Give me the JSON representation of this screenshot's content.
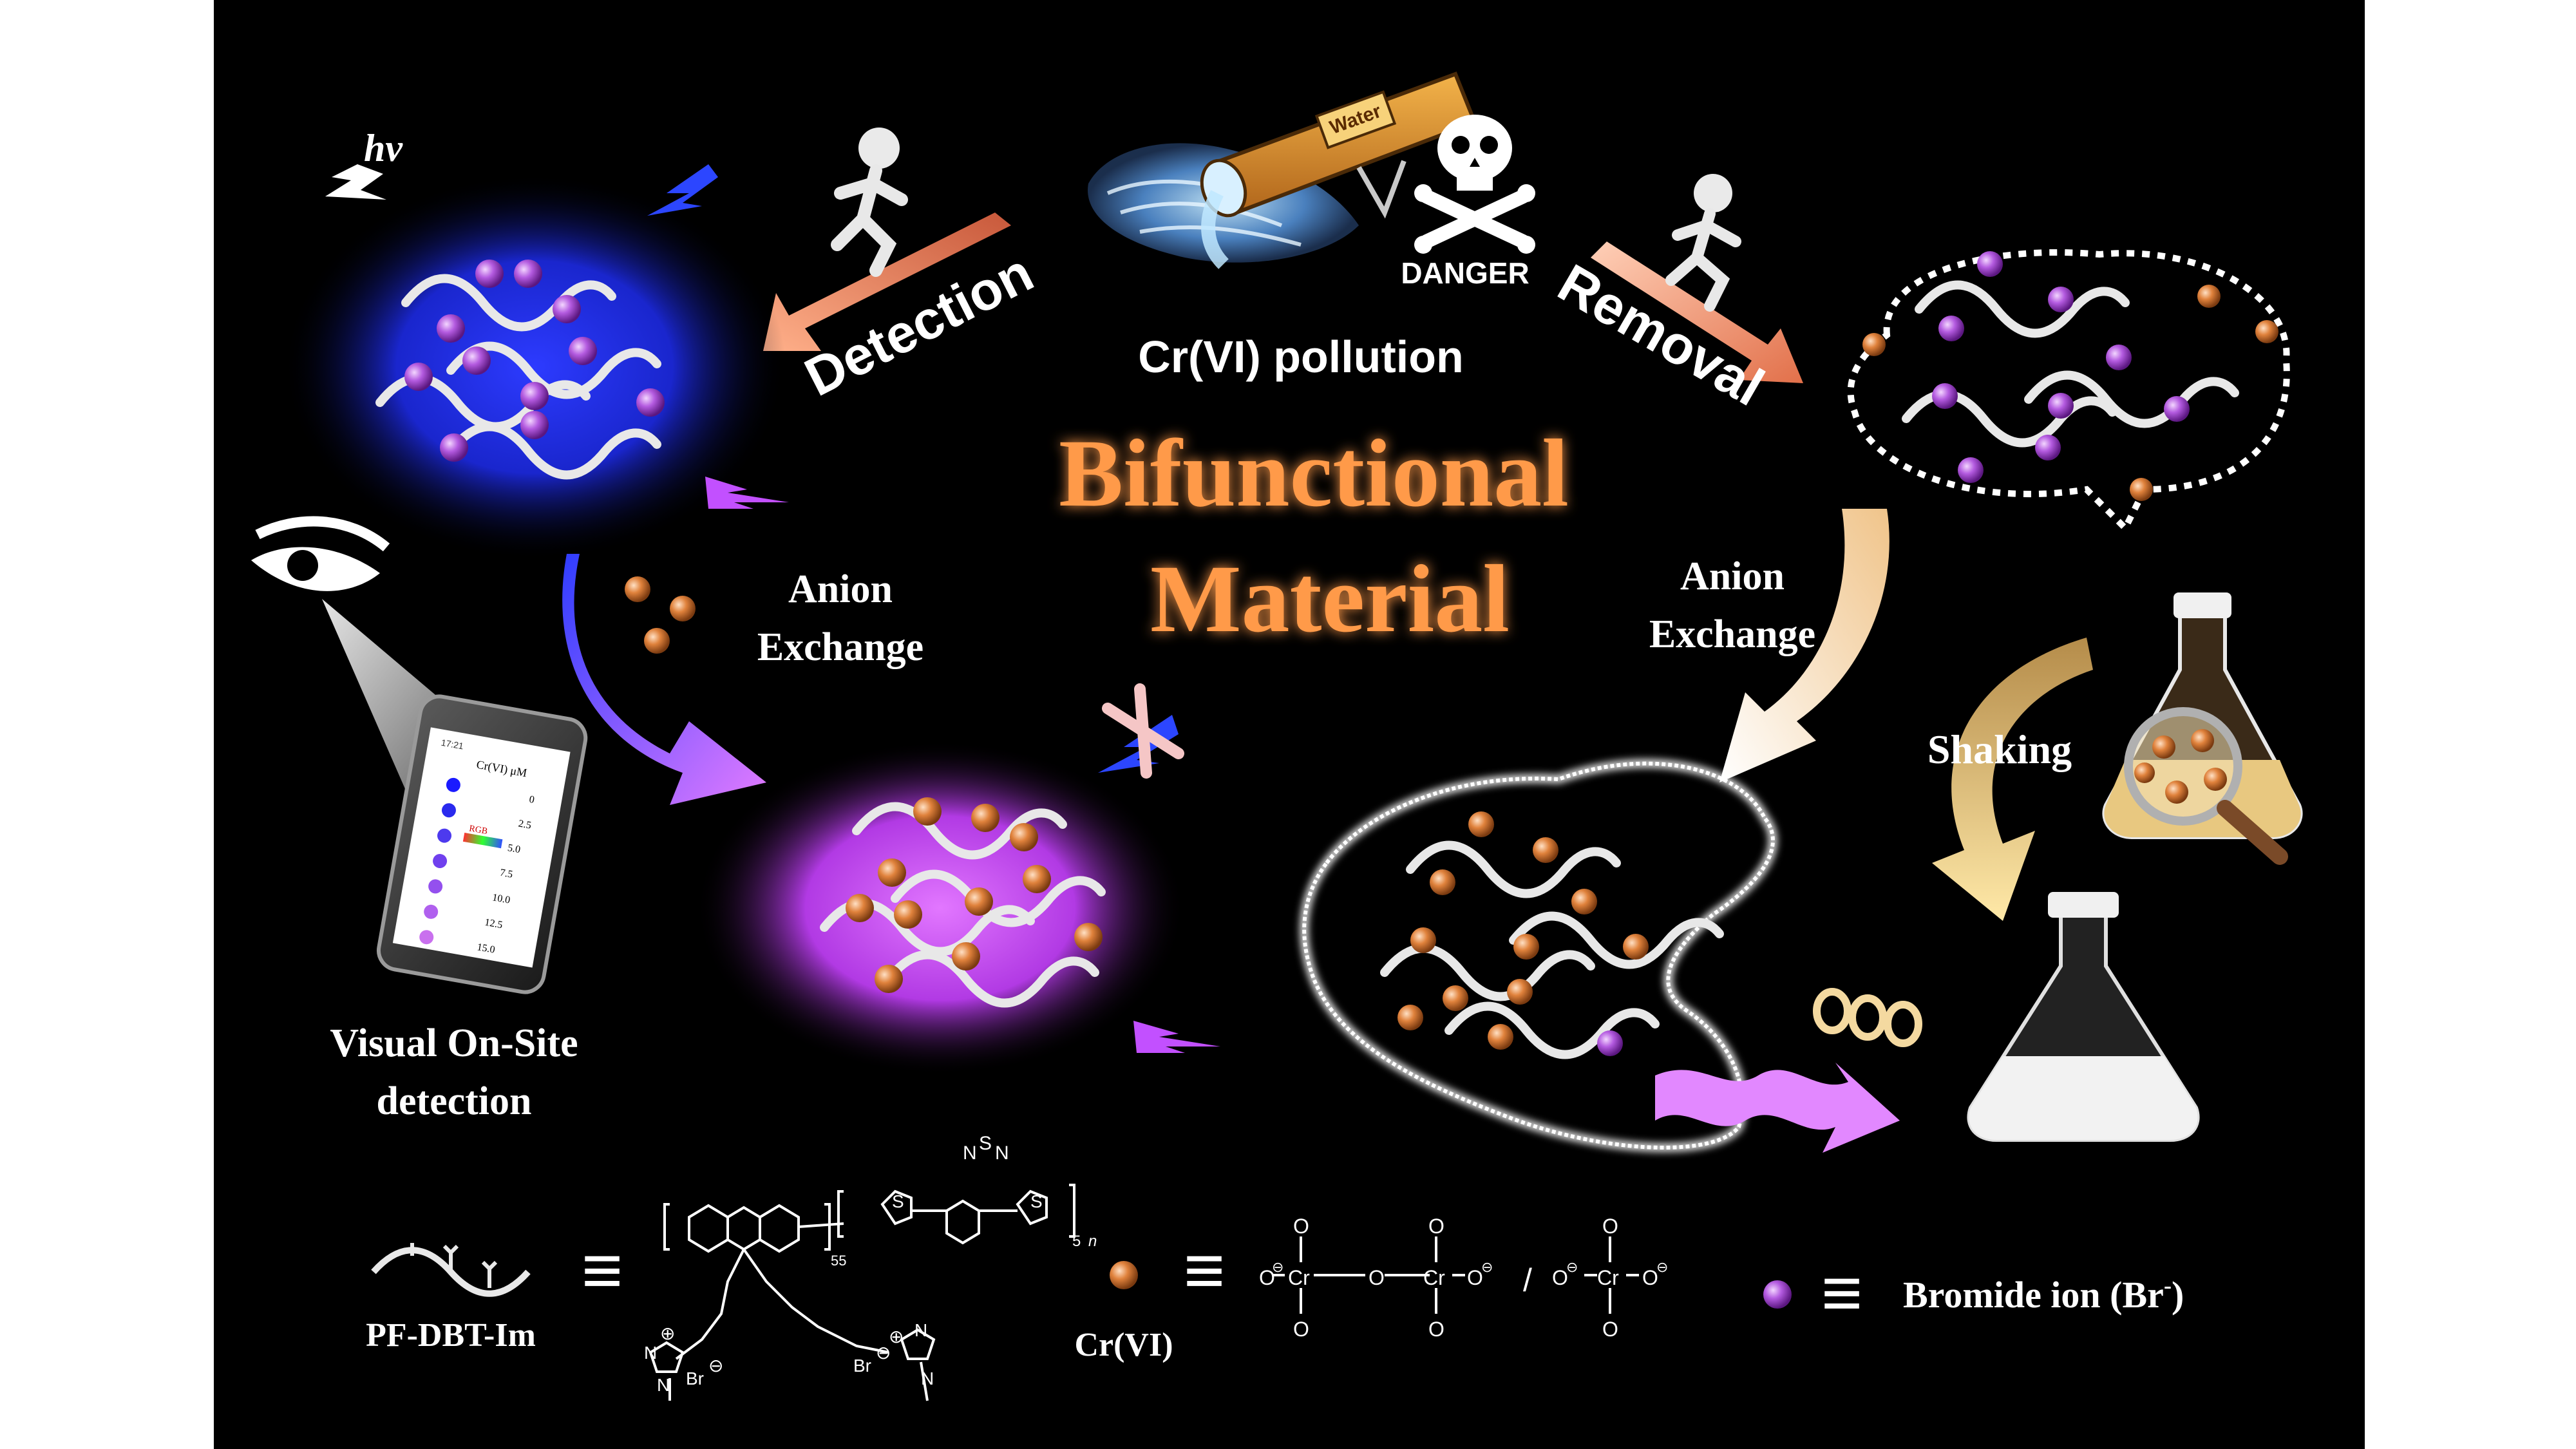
{
  "top": {
    "pollution_label": "Cr(VI) pollution",
    "danger_label": "DANGER",
    "pipe_label": "Water"
  },
  "arrows": {
    "detection_label": "Detection",
    "removal_label": "Removal"
  },
  "center": {
    "title_line1": "Bifunctional",
    "title_line2": "Material"
  },
  "left": {
    "hv_label": "hν",
    "anion_exchange_line1": "Anion",
    "anion_exchange_line2": "Exchange",
    "visual_line1": "Visual On-Site",
    "visual_line2": "detection"
  },
  "phone": {
    "time": "17:21",
    "header": "Cr(VI) μM",
    "rgb_label": "RGB",
    "scale": [
      "0",
      "2.5",
      "5.0",
      "7.5",
      "10.0",
      "12.5",
      "15.0"
    ]
  },
  "right": {
    "anion_exchange_line1": "Anion",
    "anion_exchange_line2": "Exchange",
    "shaking_label": "Shaking"
  },
  "legend": {
    "polymer_name": "PF-DBT-Im",
    "crvi_name": "Cr(VI)",
    "bromide_label": "Bromide ion (Br",
    "bromide_sup": "-",
    "bromide_close": ")",
    "equiv_symbol": "≡",
    "separator": "/",
    "chem": {
      "atom_n": "N",
      "atom_s": "S",
      "atom_o": "O",
      "atom_cr": "Cr",
      "br": "Br",
      "plus": "⊕",
      "minus": "⊖",
      "sub_55": "55",
      "sub_5": "5",
      "sub_n": "n"
    }
  },
  "colors": {
    "background": "#000000",
    "blue_glow": "#1f3cff",
    "purple_glow": "#d455ff",
    "bromide_ball": "#b45be0",
    "cr_ball": "#e0823c",
    "detection_arrow": "#ff9f6a",
    "title_orange": "#ff9a4a"
  },
  "icons": [
    "lightning-icon",
    "runner-icon",
    "skull-icon",
    "eye-icon",
    "magnifier-icon",
    "flask-icon",
    "phone-icon"
  ]
}
